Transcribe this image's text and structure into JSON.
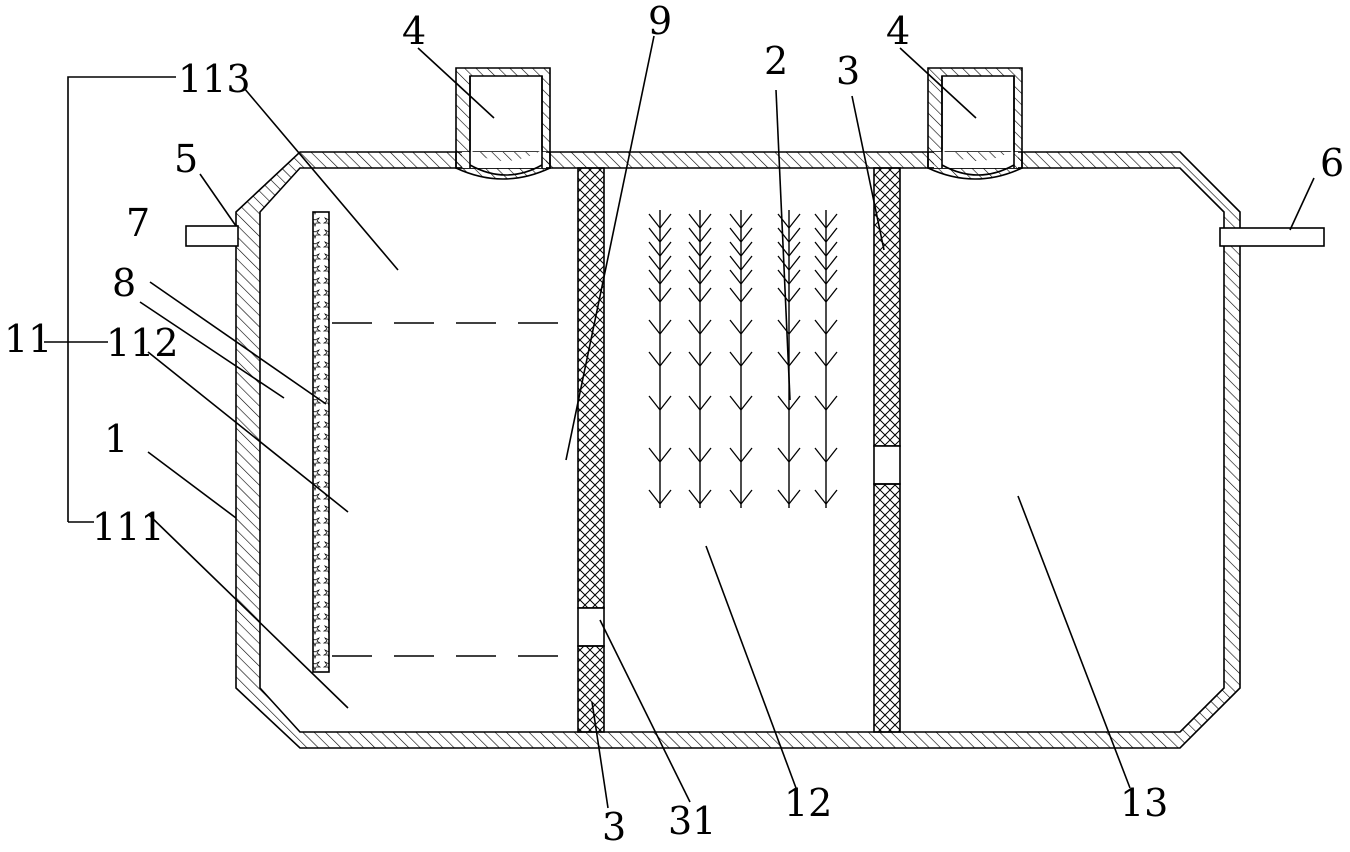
{
  "labels": {
    "l1": "1",
    "l2": "2",
    "l3a": "3",
    "l3b": "3",
    "l4a": "4",
    "l4b": "4",
    "l5": "5",
    "l6": "6",
    "l7": "7",
    "l8": "8",
    "l9": "9",
    "l11": "11",
    "l12": "12",
    "l13": "13",
    "l31": "31",
    "l111": "111",
    "l112": "112",
    "l113": "113"
  },
  "colors": {
    "stroke": "#000000",
    "background": "#ffffff"
  }
}
